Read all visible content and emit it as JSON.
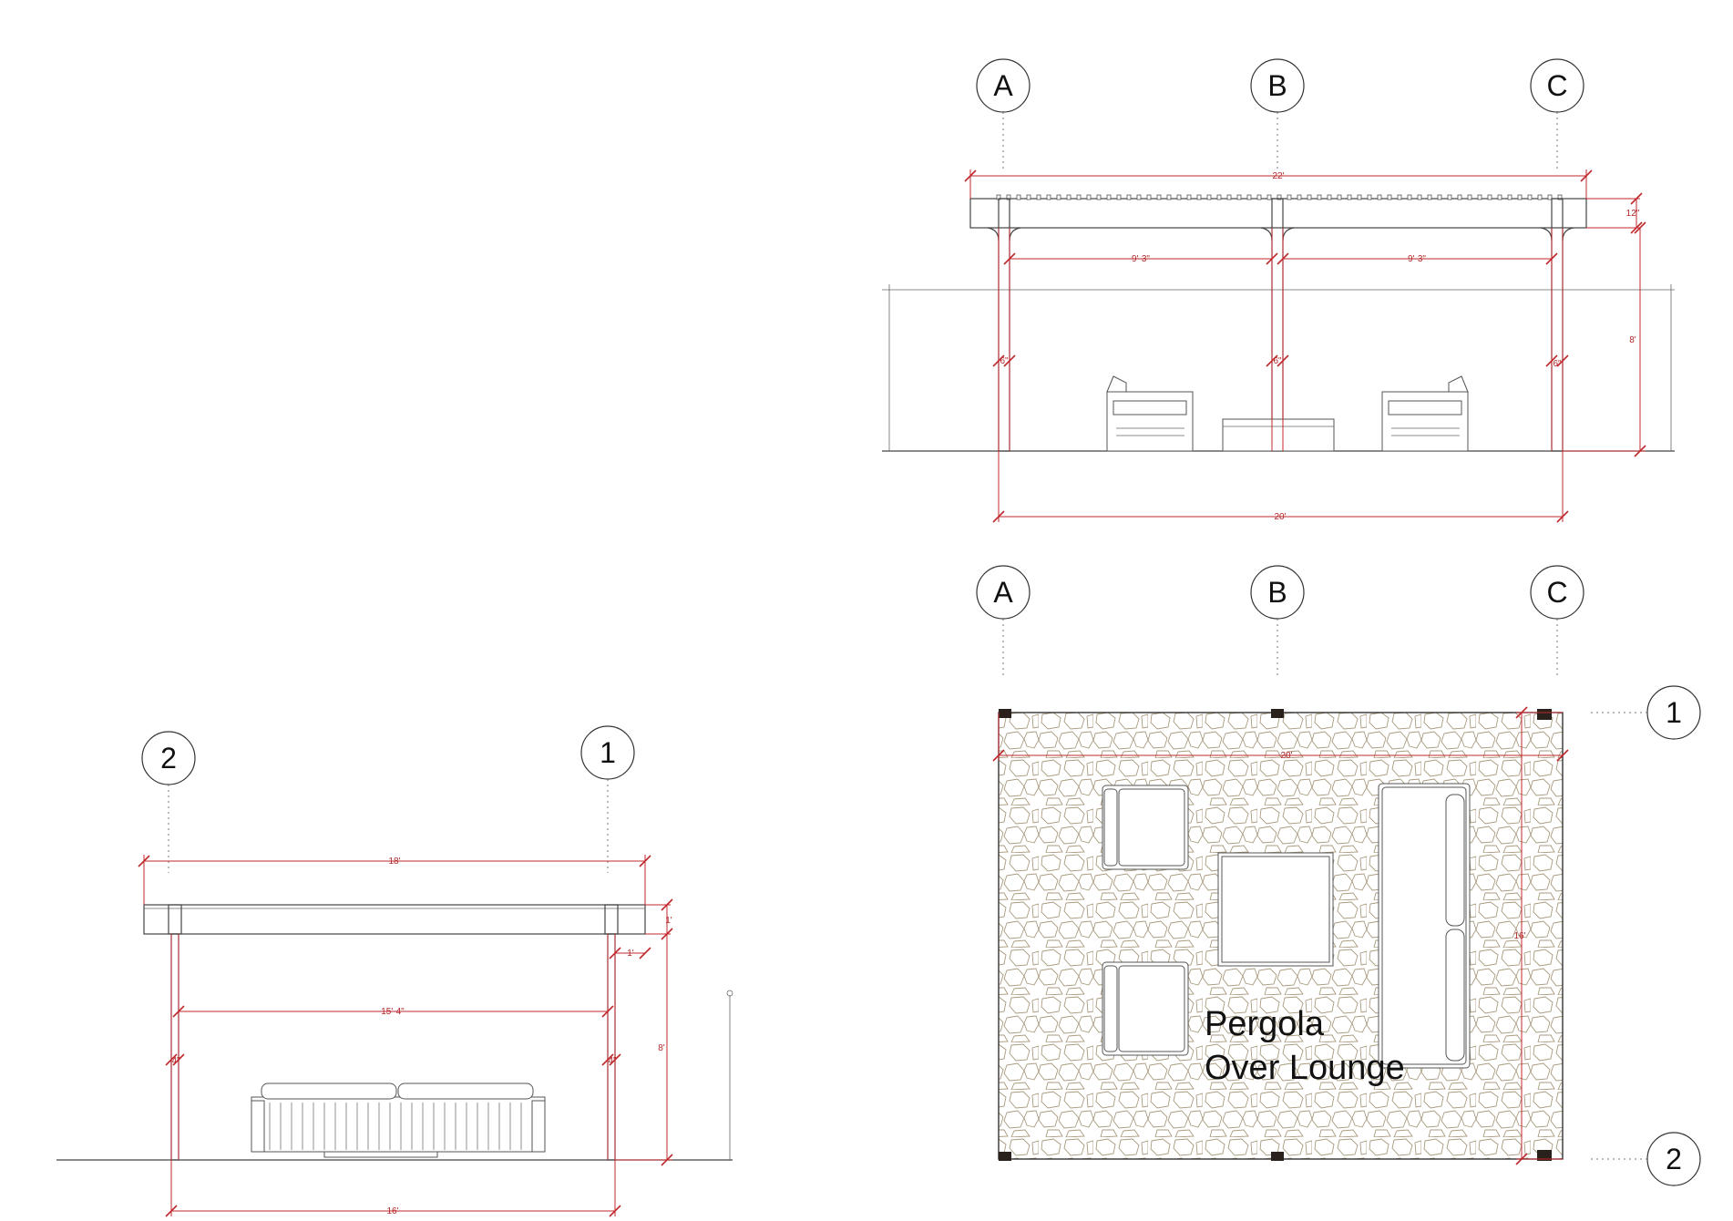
{
  "elevation_front": {
    "grid_labels": [
      "A",
      "B",
      "C"
    ],
    "dimensions": {
      "overall_top": "22'",
      "beam_depth": "12\"",
      "bay_left": "9'-3\"",
      "bay_right": "9'-3\"",
      "height": "8'",
      "post_a": "6\"",
      "post_b": "6\"",
      "post_c": "6\"",
      "overall_bottom": "20'"
    }
  },
  "elevation_side": {
    "grid_labels": [
      "2",
      "1"
    ],
    "dimensions": {
      "overall_top": "18'",
      "beam_depth": "1'",
      "overhang": "1'",
      "span": "15'-4\"",
      "height": "8'",
      "post_left": "4\"",
      "post_right": "4\"",
      "overall_bottom": "16'"
    }
  },
  "plan": {
    "grid_labels_top": [
      "A",
      "B",
      "C"
    ],
    "grid_labels_right": [
      "1",
      "2"
    ],
    "dimensions": {
      "width": "20'",
      "depth": "16'"
    },
    "title_line1": "Pergola",
    "title_line2": "Over Lounge"
  },
  "colors": {
    "dimension": "#c0282d",
    "paving": "#a89a7e",
    "post": "#2b211c"
  }
}
